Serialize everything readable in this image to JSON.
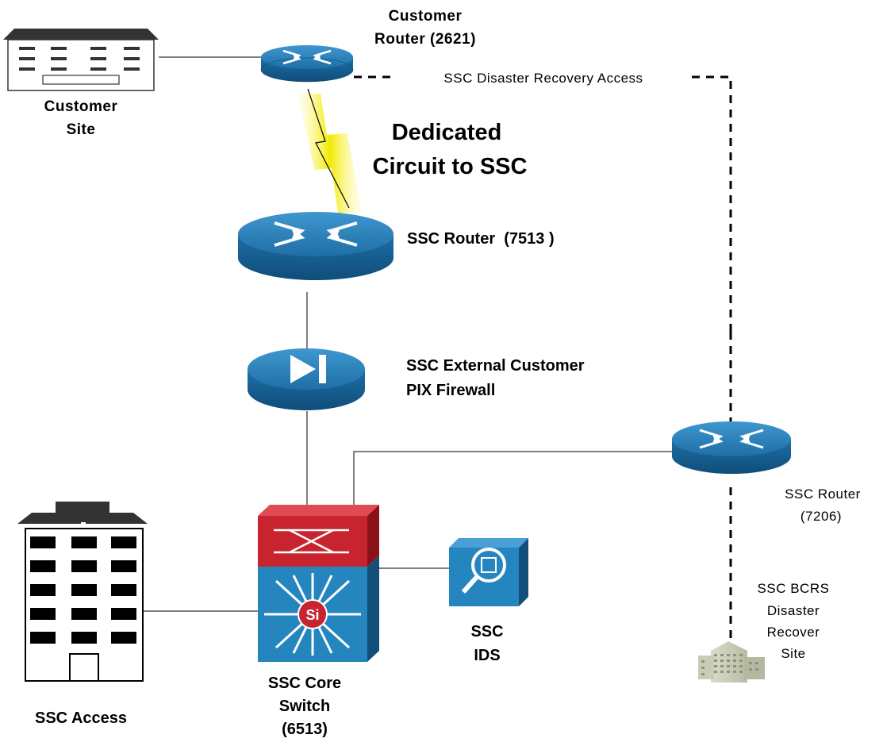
{
  "labels": {
    "customer_router": [
      "Customer",
      "Router (2621)"
    ],
    "customer_site": [
      "Customer",
      "Site"
    ],
    "dedicated_circuit": [
      "Dedicated",
      "Circuit to SSC"
    ],
    "disaster_recovery_access": "SSC Disaster Recovery Access",
    "ssc_router_7513": "SSC Router  (7513 )",
    "pix_firewall": [
      "SSC External Customer",
      "PIX Firewall"
    ],
    "ssc_router_7206": [
      "SSC Router",
      "(7206)"
    ],
    "core_switch": [
      "SSC Core",
      "Switch",
      "(6513)"
    ],
    "ids": [
      "SSC",
      "IDS"
    ],
    "bcrs_site": [
      "SSC BCRS",
      "Disaster",
      "Recover",
      "Site"
    ],
    "ssc_access": "SSC Access",
    "si_badge": "Si"
  },
  "colors": {
    "router_top": "#2b7fb5",
    "router_side": "#1a5f8c",
    "switch_red": "#c8242f",
    "switch_blue": "#2585bf",
    "lightning": "#f5f000",
    "dashed_link": "#000000"
  },
  "icons": [
    "router-icon",
    "firewall-icon",
    "layer3-switch-icon",
    "ids-icon",
    "building-icon",
    "server-site-icon"
  ]
}
